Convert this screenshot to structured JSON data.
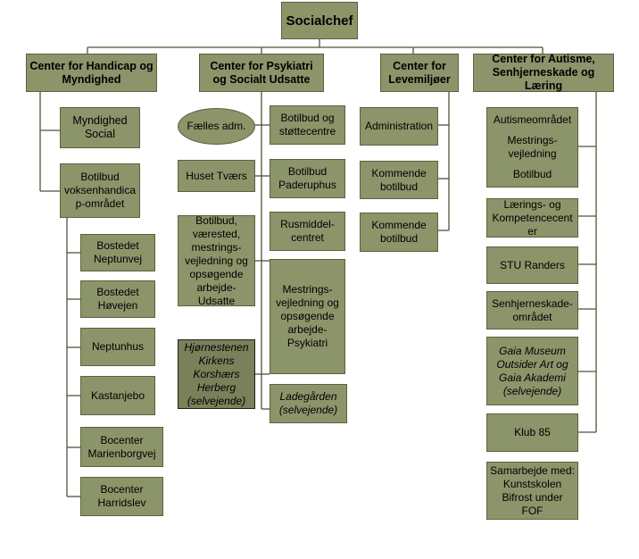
{
  "colors": {
    "box_fill": "#8c946a",
    "box_border": "#5b6240",
    "line": "#4f5538"
  },
  "top": "Socialchef",
  "centers": {
    "handicap": "Center for Handicap og Myndighed",
    "psykiatri": "Center for Psykiatri og Socialt Udsatte",
    "levemiljoer": "Center for Levemiljøer",
    "autisme": "Center for Autisme, Senhjerneskade og Læring"
  },
  "handicap": {
    "myndighed": "Myndighed Social",
    "botilbud": "Botilbud voksenhandica p-området",
    "sub": [
      "Bostedet Neptunvej",
      "Bostedet Høvejen",
      "Neptunhus",
      "Kastanjebo",
      "Bocenter Marienborgvej",
      "Bocenter Harridslev"
    ]
  },
  "psykiatri": {
    "faelles": "Fælles adm.",
    "huset": "Huset Tværs",
    "botilbud_vaerested": "Botilbud, værested, mestrings-vejledning og opsøgende arbejde-Udsatte",
    "hjoernestenen": "Hjørnestenen Kirkens Korshærs Herberg (selvejende)",
    "botilbud_stoette": "Botilbud og støttecentre",
    "paderup": "Botilbud Paderuphus",
    "rusmiddel": "Rusmiddel-centret",
    "mestring_psyk": "Mestrings-vejledning og opsøgende arbejde-Psykiatri",
    "ladegaarden": "Ladegården (selvejende)"
  },
  "levemiljoer": {
    "administration": "Administration",
    "kommende1": "Kommende botilbud",
    "kommende2": "Kommende botilbud"
  },
  "autisme": {
    "autisme_omr": "Autismeområdet",
    "mestring": "Mestrings-vejledning",
    "botilbud": "Botilbud",
    "laering": "Lærings- og Kompetencecent er",
    "stu": "STU Randers",
    "senhjerne": "Senhjerneskade-området",
    "gaia": "Gaia Museum Outsider Art og Gaia Akademi (selvejende)",
    "klub": "Klub 85",
    "samarbejde": "Samarbejde med: Kunstskolen Bifrost under FOF"
  }
}
